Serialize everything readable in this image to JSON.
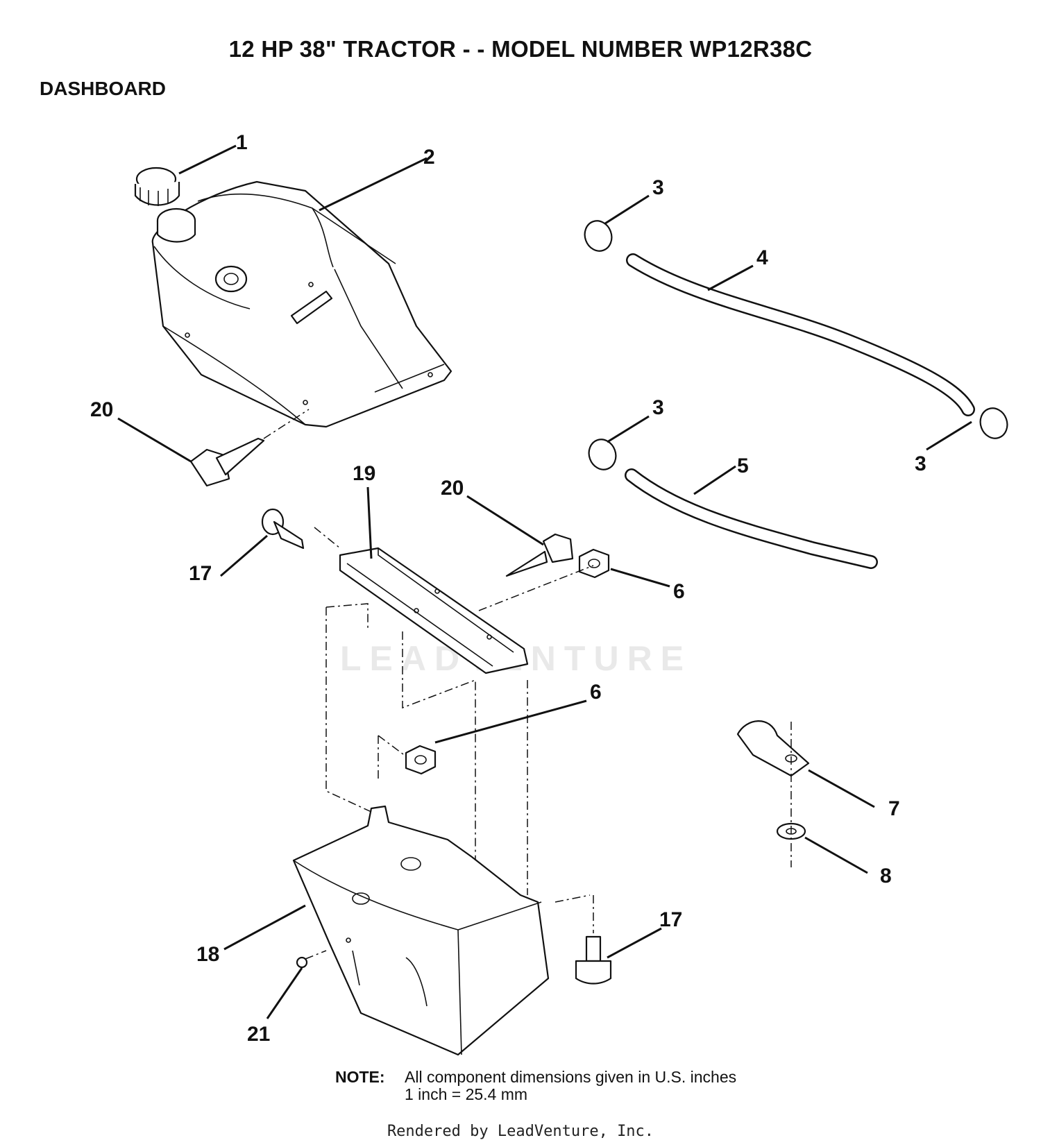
{
  "title": "12 HP 38\" TRACTOR - - MODEL NUMBER WP12R38C",
  "section": "DASHBOARD",
  "watermark": "LEADVENTURE",
  "callouts": {
    "c1": "1",
    "c2": "2",
    "c3a": "3",
    "c3b": "3",
    "c3c": "3",
    "c4": "4",
    "c5": "5",
    "c6a": "6",
    "c6b": "6",
    "c7": "7",
    "c8": "8",
    "c17a": "17",
    "c17b": "17",
    "c18": "18",
    "c19": "19",
    "c20a": "20",
    "c20b": "20",
    "c21": "21"
  },
  "note": {
    "label": "NOTE:",
    "line1": "All component dimensions given in U.S. inches",
    "line2": "1 inch = 25.4 mm"
  },
  "footer": "Rendered by LeadVenture, Inc."
}
